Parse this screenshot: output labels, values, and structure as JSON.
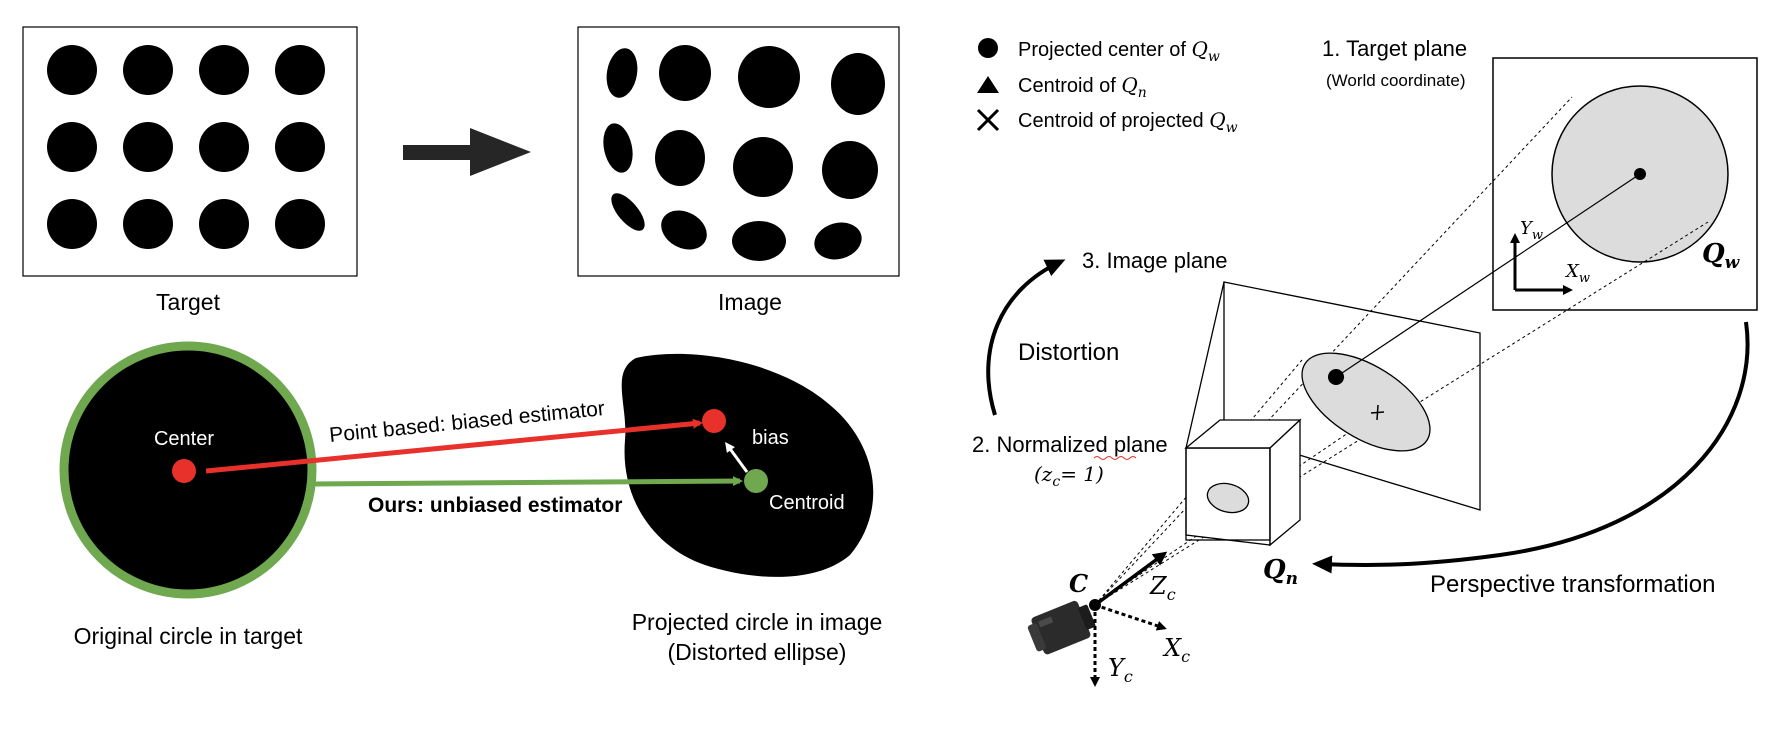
{
  "panels": {
    "target_label": "Target",
    "image_label": "Image"
  },
  "bottom_left": {
    "center_label": "Center",
    "point_based_label": "Point based: biased estimator",
    "ours_label": "Ours: unbiased estimator",
    "bias_label": "bias",
    "centroid_label": "Centroid",
    "original_caption": "Original circle in target",
    "projected_caption_line1": "Projected circle in image",
    "projected_caption_line2": "(Distorted ellipse)"
  },
  "legend": [
    {
      "marker": "dot",
      "text": "Projected center of ",
      "math": "Q",
      "sub": "w"
    },
    {
      "marker": "triangle",
      "text": "Centroid of ",
      "math": "Q",
      "sub": "n"
    },
    {
      "marker": "cross",
      "text": "Centroid of projected ",
      "math": "Q",
      "sub": "w"
    }
  ],
  "right_diagram": {
    "target_plane_title": "1. Target plane",
    "target_plane_sub": "(World coordinate)",
    "image_plane_title": "3. Image plane",
    "distortion_label": "Distortion",
    "normalized_plane_title": "2. Normalized plane",
    "normalized_plane_sub": "(z",
    "normalized_plane_sub_c": "c",
    "normalized_plane_sub_end": "= 1)",
    "perspective_label": "Perspective transformation",
    "qw_label": "Q",
    "qw_sub": "w",
    "qn_label": "Q",
    "qn_sub": "n",
    "camera_label": "C",
    "axes": {
      "yw": "Y",
      "yw_sub": "w",
      "xw": "X",
      "xw_sub": "w",
      "zc": "Z",
      "zc_sub": "c",
      "xc": "X",
      "xc_sub": "c",
      "yc": "Y",
      "yc_sub": "c"
    }
  },
  "colors": {
    "red": "#e8312a",
    "green": "#6fa84f",
    "gray_fill": "#dcdcdc",
    "arrow_dark": "#262626"
  }
}
